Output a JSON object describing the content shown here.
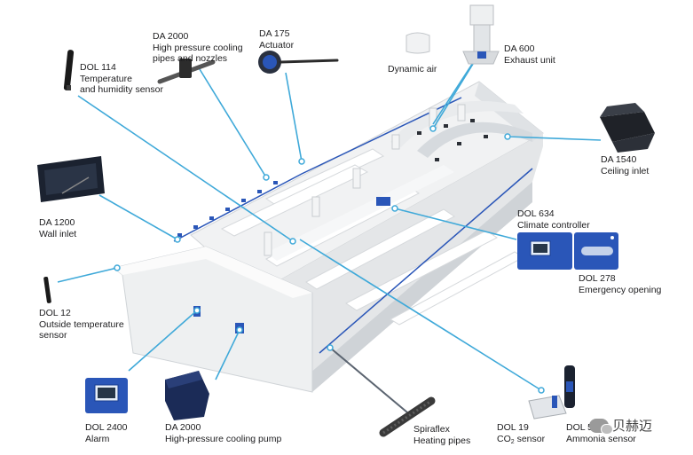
{
  "labels": {
    "dol114": {
      "code": "DOL 114",
      "desc": "Temperature",
      "desc2": "and humidity sensor"
    },
    "da2000_pipes": {
      "code": "DA 2000",
      "desc": "High pressure cooling",
      "desc2": "pipes and nozzles"
    },
    "da175": {
      "code": "DA 175",
      "desc": "Actuator"
    },
    "dynamic_air": {
      "desc": "Dynamic air"
    },
    "da600": {
      "code": "DA 600",
      "desc": "Exhaust unit"
    },
    "da1540": {
      "code": "DA 1540",
      "desc": "Ceiling inlet"
    },
    "da1200": {
      "code": "DA 1200",
      "desc": "Wall inlet"
    },
    "dol634": {
      "code": "DOL 634",
      "desc": "Climate controller"
    },
    "dol278": {
      "code": "DOL 278",
      "desc": "Emergency opening"
    },
    "dol12": {
      "code": "DOL 12",
      "desc": "Outside temperature",
      "desc2": "sensor"
    },
    "dol2400": {
      "code": "DOL 2400",
      "desc": "Alarm"
    },
    "da2000_pump": {
      "code": "DA 2000",
      "desc": "High-pressure cooling pump"
    },
    "spiraflex": {
      "code": "Spiraflex",
      "desc": "Heating pipes"
    },
    "dol19": {
      "code": "DOL 19",
      "desc_pre": "CO",
      "desc_sub": "2",
      "desc_post": " sensor"
    },
    "ammonia": {
      "code": "DOL 53",
      "desc": "Ammonia sensor"
    }
  },
  "watermark": {
    "text": "贝赫迈"
  },
  "colors": {
    "leader": "#3fa9d9",
    "building": "#e6e8ea",
    "building_shade": "#c9cdd1",
    "accent_blue": "#2a56b8",
    "device_dark": "#1b2230"
  }
}
